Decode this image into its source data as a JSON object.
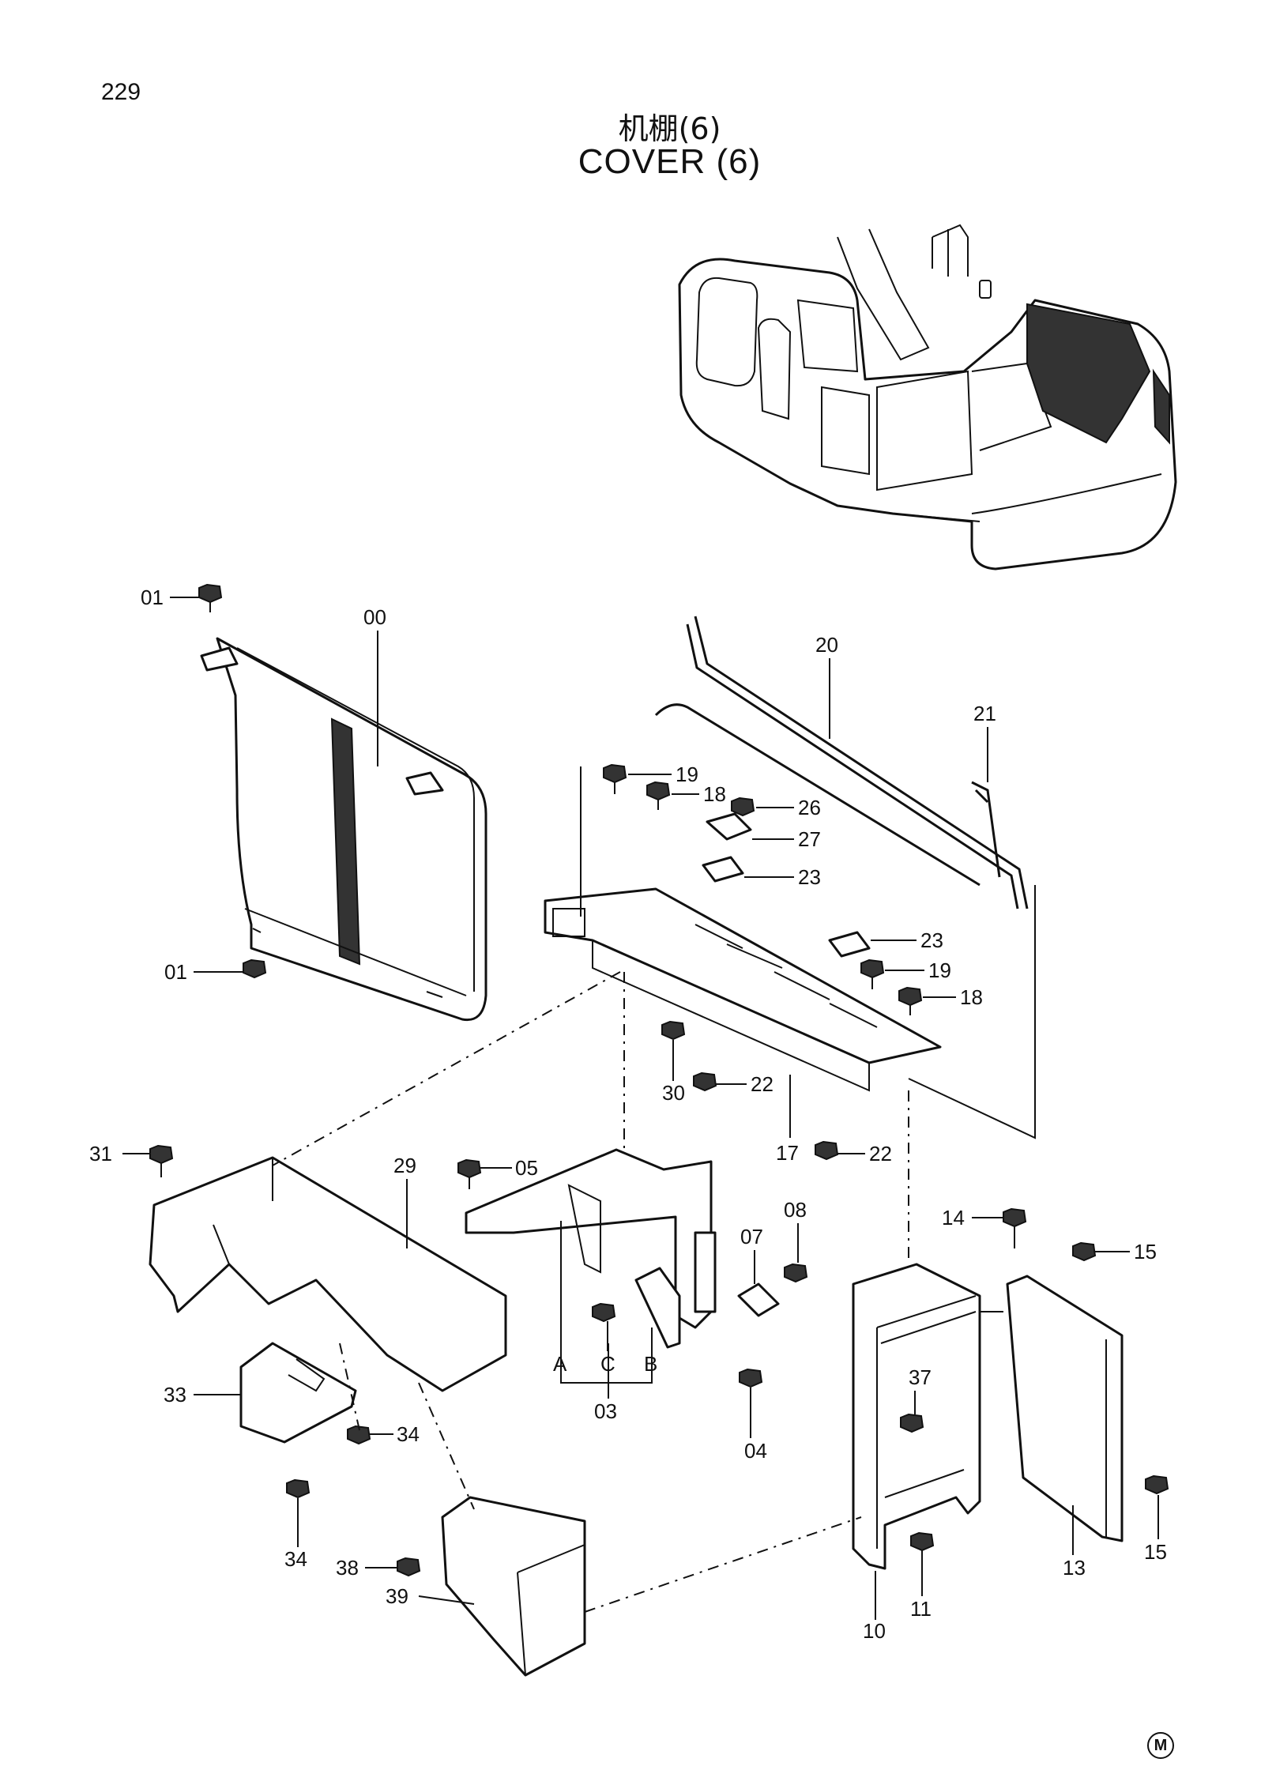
{
  "header": {
    "page_number": "229",
    "title_cn": "机棚(6)",
    "title_en": "COVER (6)"
  },
  "footer": {
    "mark": "M"
  },
  "callouts": {
    "c00": "00",
    "c01a": "01",
    "c01b": "01",
    "c03": "03",
    "c03A": "A",
    "c03B": "B",
    "c03C": "C",
    "c04": "04",
    "c05": "05",
    "c07": "07",
    "c08": "08",
    "c10": "10",
    "c11": "11",
    "c13": "13",
    "c14": "14",
    "c15a": "15",
    "c15b": "15",
    "c17": "17",
    "c18a": "18",
    "c18b": "18",
    "c19a": "19",
    "c19b": "19",
    "c20": "20",
    "c21": "21",
    "c22a": "22",
    "c22b": "22",
    "c23a": "23",
    "c23b": "23",
    "c26": "26",
    "c27": "27",
    "c29": "29",
    "c30": "30",
    "c31": "31",
    "c33": "33",
    "c34a": "34",
    "c34b": "34",
    "c37": "37",
    "c38": "38",
    "c39": "39"
  }
}
